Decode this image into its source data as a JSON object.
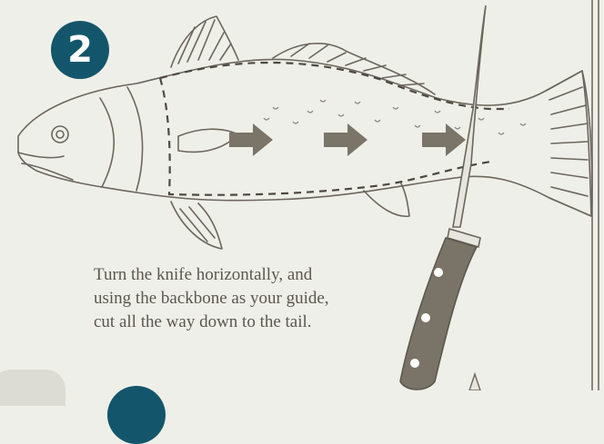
{
  "step": {
    "number": "2"
  },
  "instruction": {
    "lines": [
      "Turn the knife horizontally, and",
      "using the backbone as your guide,",
      "cut all the way down to the tail."
    ]
  },
  "colors": {
    "badge": "#13566b",
    "background": "#efefe9",
    "ink": "#6b665e",
    "arrow": "#7b7468",
    "text": "#5b5750"
  },
  "icons": [
    "fish-illustration",
    "knife-icon",
    "right-arrow-icon"
  ]
}
